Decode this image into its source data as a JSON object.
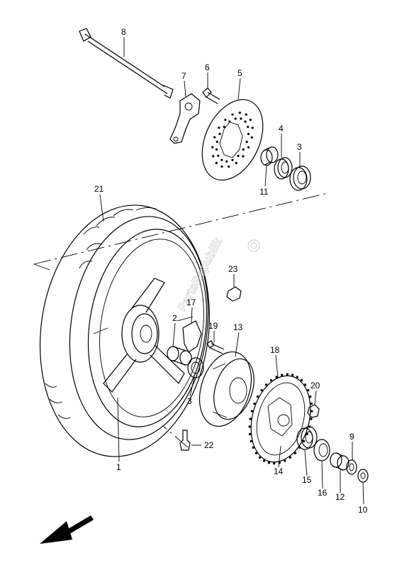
{
  "diagram": {
    "watermark": "PartsRepublik",
    "callouts": {
      "c1": "1",
      "c2": "2",
      "c3a": "3",
      "c3b": "3",
      "c4": "4",
      "c5": "5",
      "c6": "6",
      "c7": "7",
      "c8": "8",
      "c9": "9",
      "c10": "10",
      "c11": "11",
      "c12": "12",
      "c13": "13",
      "c14": "14",
      "c15": "15",
      "c16": "16",
      "c17": "17",
      "c18": "18",
      "c19": "19",
      "c20": "20",
      "c21": "21",
      "c22": "22",
      "c23": "23"
    },
    "front_arrow_icon": "arrow-down-left-icon"
  }
}
